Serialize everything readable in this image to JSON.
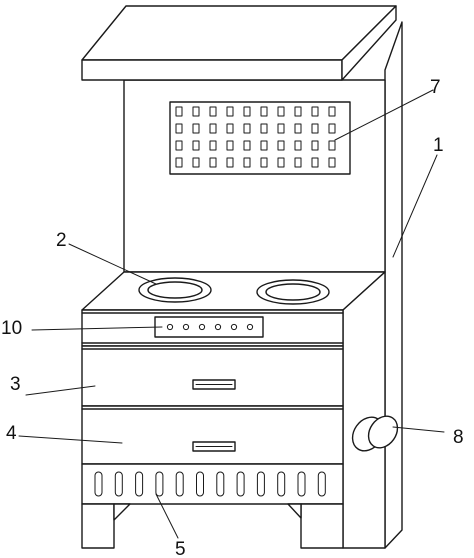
{
  "callouts": {
    "c1": "1",
    "c2": "2",
    "c3": "3",
    "c4": "4",
    "c5": "5",
    "c7": "7",
    "c8": "8",
    "c10": "10"
  },
  "style": {
    "line_color": "#1a1a1a",
    "fill_color": "#ffffff"
  }
}
